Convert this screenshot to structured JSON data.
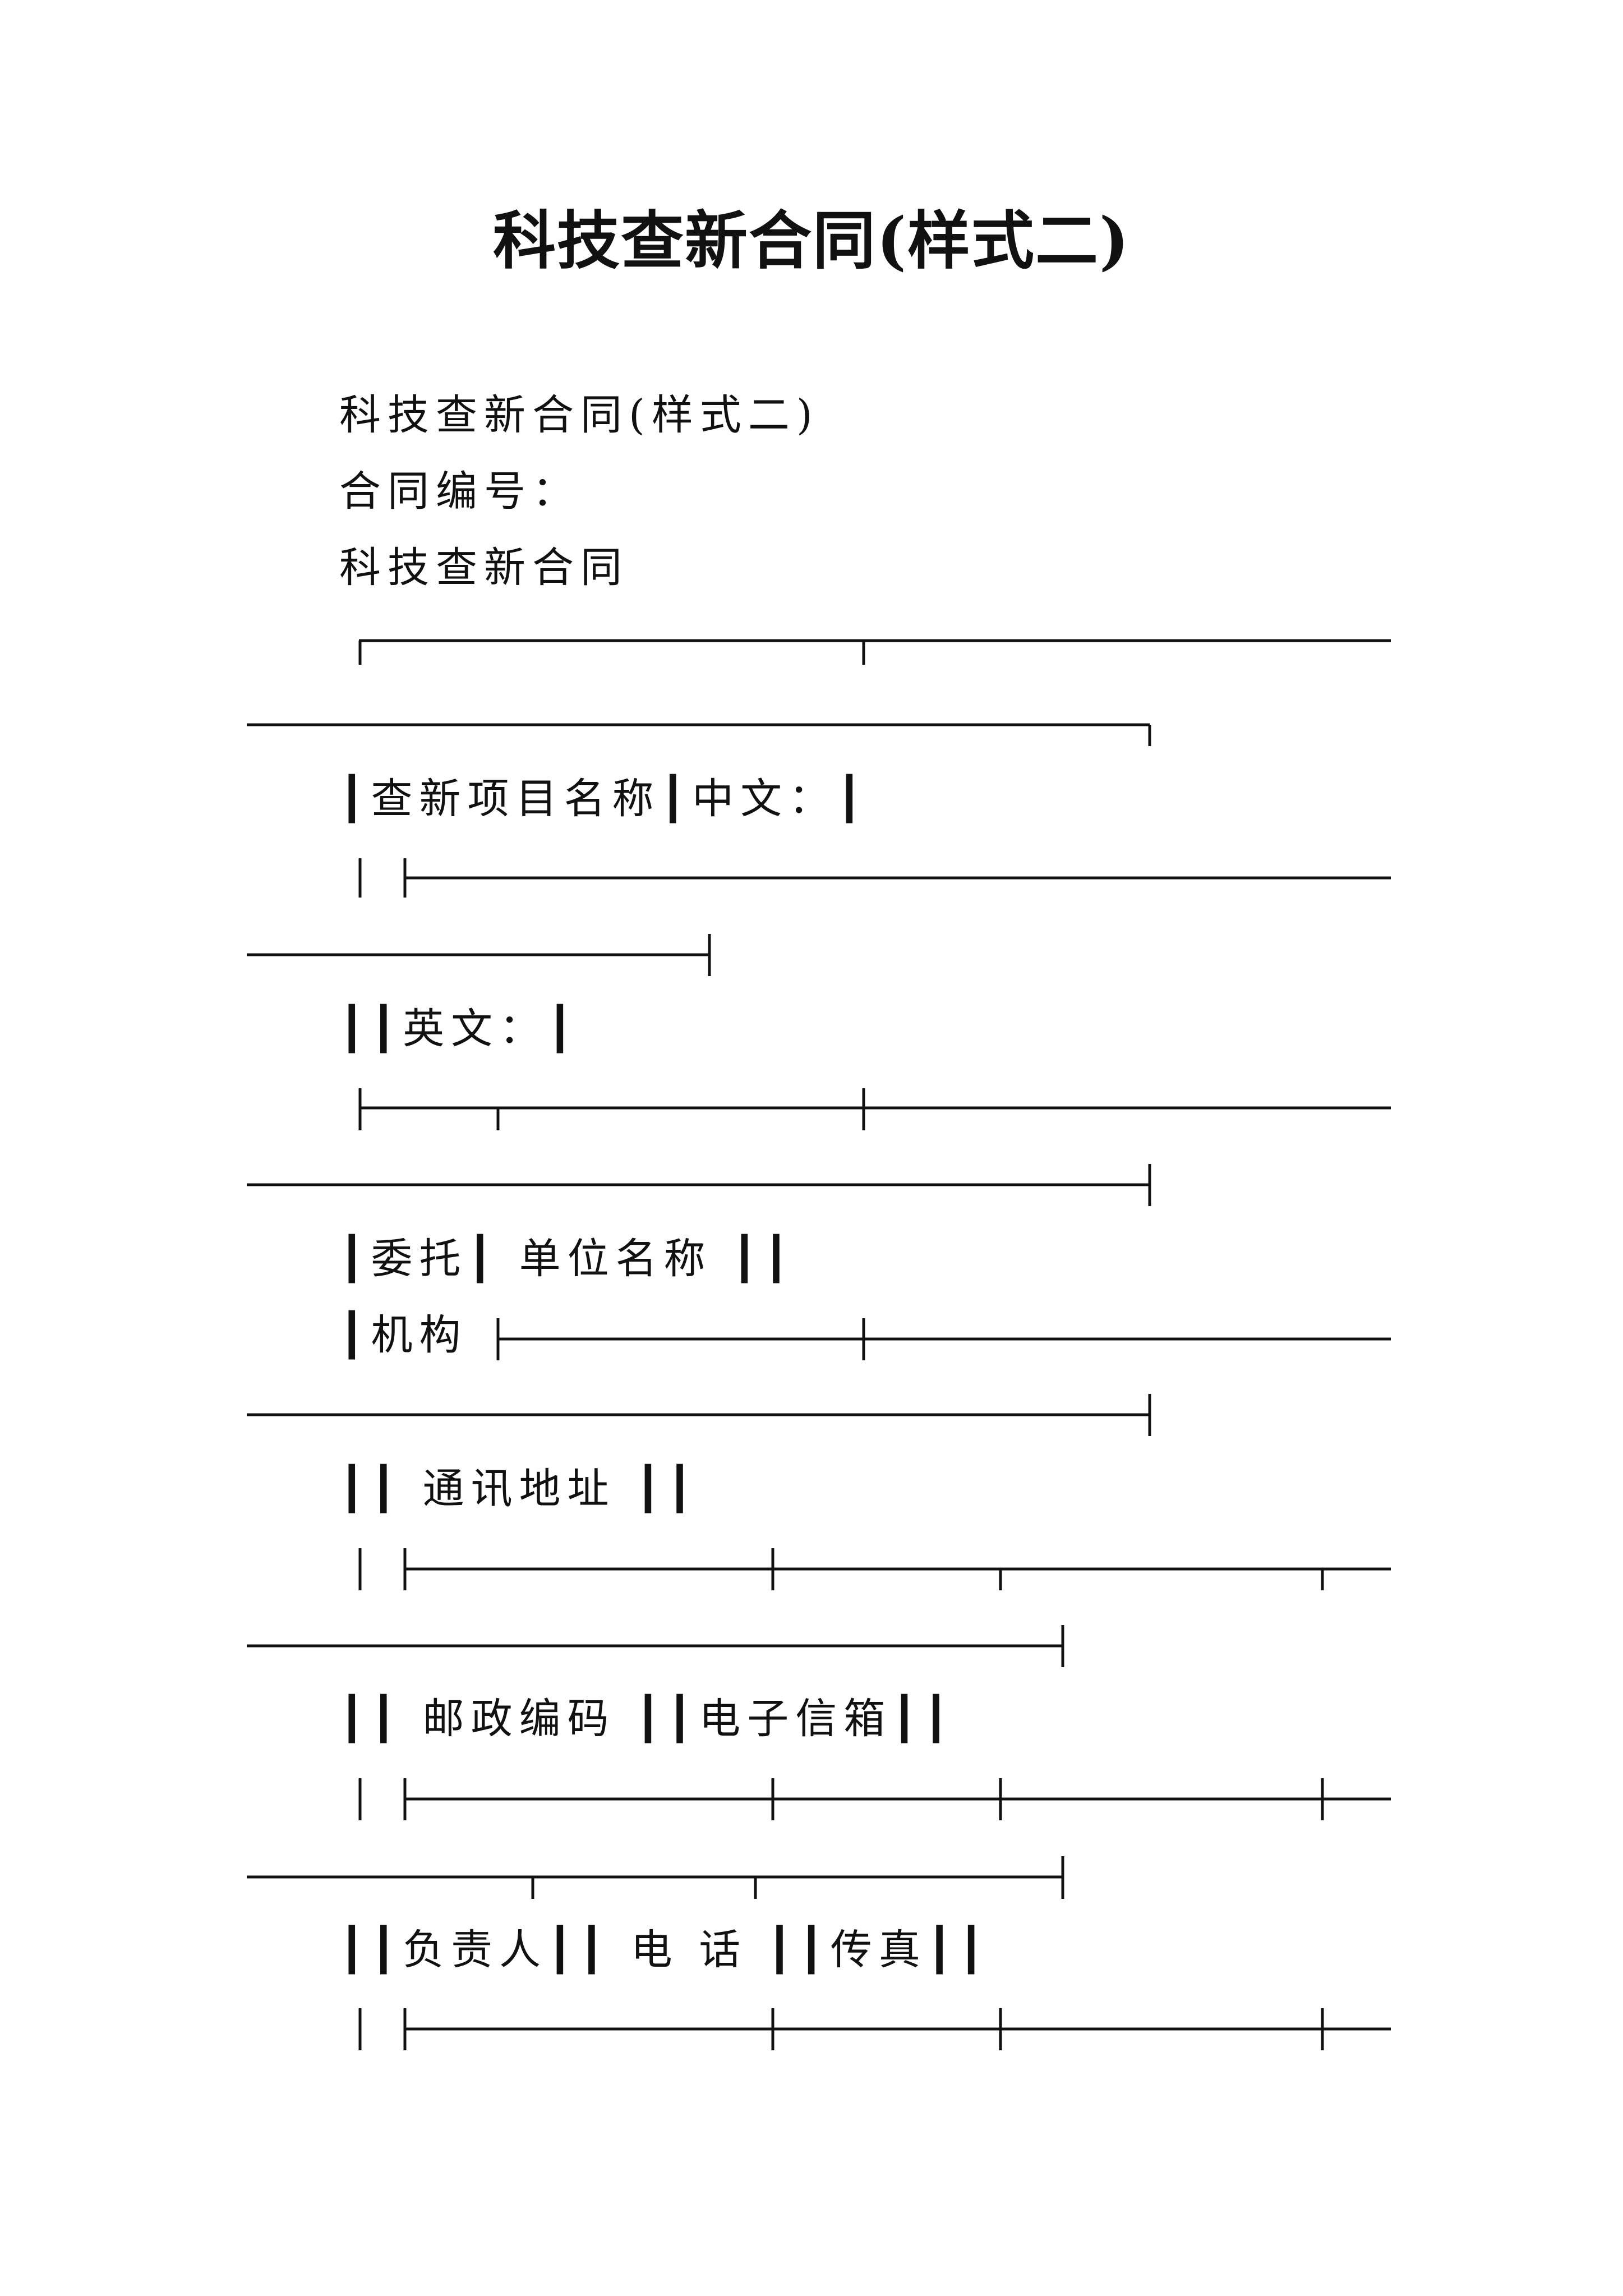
{
  "title": "科技查新合同(样式二)",
  "intro": {
    "subtitle": "科技查新合同(样式二)",
    "contract_number_label": "合同编号：",
    "contract_heading": "科技查新合同"
  },
  "form_rows": {
    "project_name_cn": "┃查新项目名称┃中文：┃",
    "project_name_en": "┃┃英文：┃",
    "entrust_unit_name": "┃委托┃ 单位名称 ┃┃",
    "entrust_org_label": "┃机构",
    "address": "┃┃ 通讯地址 ┃┃",
    "postcode_email": "┃┃ 邮政编码 ┃┃电子信箱┃┃",
    "contact_phone_fax": "┃┃负责人┃┃ 电 话 ┃┃传真┃┃"
  }
}
